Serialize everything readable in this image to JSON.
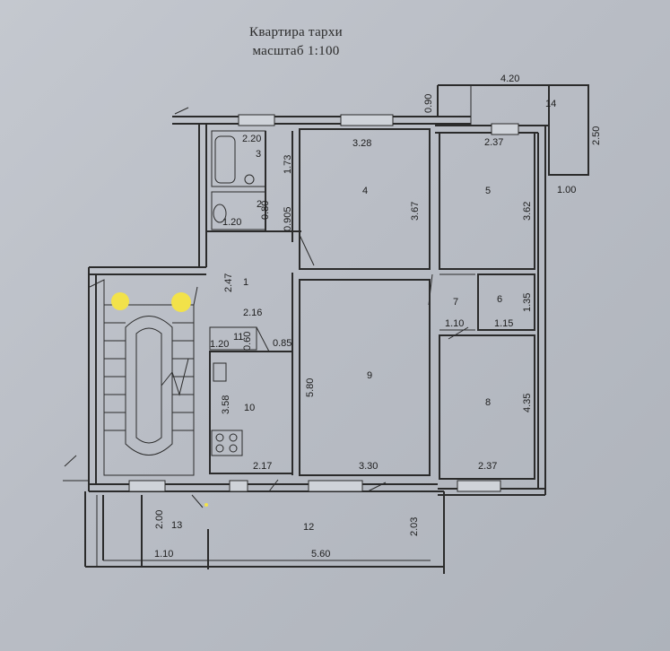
{
  "header": {
    "title": "Квартира тархи",
    "scale": "масштаб 1:100"
  },
  "rooms": [
    {
      "id": "1",
      "label": "1"
    },
    {
      "id": "2",
      "label": "2"
    },
    {
      "id": "3",
      "label": "3"
    },
    {
      "id": "4",
      "label": "4"
    },
    {
      "id": "5",
      "label": "5"
    },
    {
      "id": "6",
      "label": "6"
    },
    {
      "id": "7",
      "label": "7"
    },
    {
      "id": "8",
      "label": "8"
    },
    {
      "id": "9",
      "label": "9"
    },
    {
      "id": "10",
      "label": "10"
    },
    {
      "id": "11",
      "label": "11"
    },
    {
      "id": "12",
      "label": "12"
    },
    {
      "id": "13",
      "label": "13"
    },
    {
      "id": "14",
      "label": "14"
    }
  ],
  "dimensions": {
    "d_4_20": "4.20",
    "d_0_90": "0.90",
    "d_2_50": "2.50",
    "d_1_00": "1.00",
    "d_2_20": "2.20",
    "d_3_28": "3.28",
    "d_2_37_top": "2.37",
    "d_1_73": "1.73",
    "d_0_80": "0.80",
    "d_1_20_wc": "1.20",
    "d_0_905": "0.905",
    "d_3_67": "3.67",
    "d_3_62": "3.62",
    "d_2_47": "2.47",
    "d_2_16": "2.16",
    "d_1_35": "1.35",
    "d_1_10_r7": "1.10",
    "d_1_15": "1.15",
    "d_1_20_r11": "1.20",
    "d_0_60": "0.60",
    "d_0_85": "0.85",
    "d_5_80": "5.80",
    "d_4_35": "4.35",
    "d_3_58": "3.58",
    "d_2_17": "2.17",
    "d_3_30": "3.30",
    "d_2_37_bottom": "2.37",
    "d_2_00": "2.00",
    "d_2_03": "2.03",
    "d_1_10_bottom": "1.10",
    "d_5_60": "5.60"
  },
  "colors": {
    "paper": "#bcc0c8",
    "ink": "#2b2b2b",
    "marker": "#f2e24a"
  }
}
